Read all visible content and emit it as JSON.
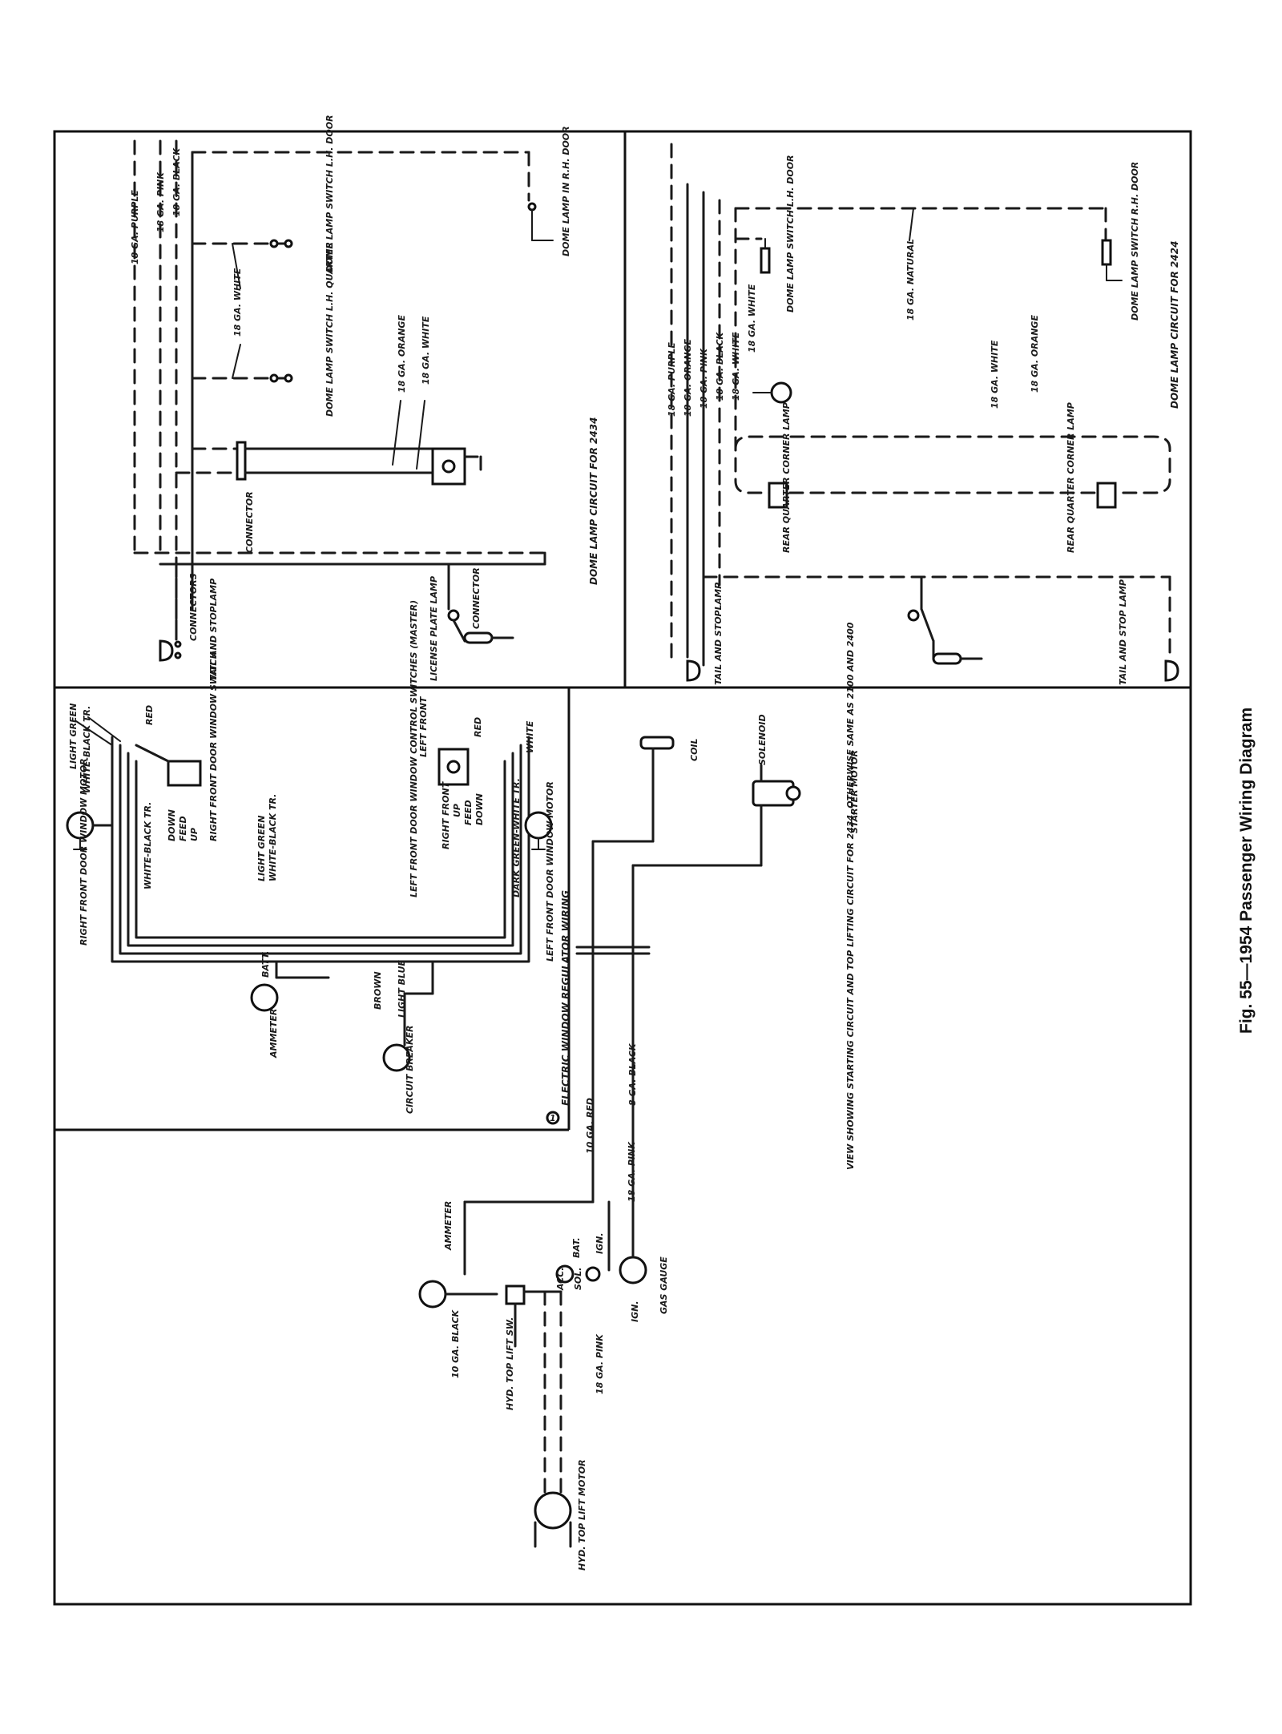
{
  "figure": {
    "caption": "Fig. 55—1954 Passenger Wiring Diagram"
  },
  "dome_lamp_2ddr": {
    "title": "DOME LAMP CIRCUIT FOR 2434",
    "wire_purple": "18 GA. PURPLE",
    "wire_pink": "18 GA. PINK",
    "wire_black": "18 GA. BLACK",
    "wire_white_a": "18 GA. WHITE",
    "wire_orange": "18 GA. ORANGE",
    "wire_white_b": "18 GA. WHITE",
    "switch_lh_door": "DOME LAMP SWITCH L.H. DOOR",
    "switch_lh_quarter": "DOME LAMP SWITCH L.H. QUARTER",
    "lamp_rh_door": "DOME LAMP IN R.H. DOOR",
    "connector_top": "CONNECTOR",
    "connector_bottom": "CONNECTORS",
    "tail_lamp": "TAIL AND STOPLAMP",
    "license_lamp": "LICENSE PLATE LAMP",
    "license_connector": "CONNECTOR"
  },
  "dome_lamp_4ddr": {
    "title": "DOME LAMP CIRCUIT FOR 2424",
    "wire_purple": "18 GA. PURPLE",
    "wire_orange": "18 GA. ORANGE",
    "wire_pink": "18 GA. PINK",
    "wire_black": "18 GA. BLACK",
    "wire_white_a": "18 GA. WHITE",
    "wire_white_b": "18 GA. WHITE",
    "wire_white_c": "18 GA. WHITE",
    "wire_orange_b": "18 GA. ORANGE",
    "wire_natural": "18 GA. NATURAL",
    "switch_lh_door": "DOME LAMP SWITCH L.H. DOOR",
    "switch_rh_door": "DOME LAMP SWITCH R.H. DOOR",
    "rear_quarter_lamp_left": "REAR QUARTER CORNER LAMP",
    "rear_quarter_lamp_right": "REAR QUARTER CORNER LAMP",
    "tail_lamp_left": "TAIL AND STOPLAMP",
    "tail_lamp_right": "TAIL AND STOP LAMP"
  },
  "window_regulator": {
    "title": "ELECTRIC WINDOW REGULATOR WIRING",
    "badge": "1",
    "rf_motor": "RIGHT FRONT DOOR WINDOW MOTOR",
    "lf_motor": "LEFT FRONT DOOR WINDOW MOTOR",
    "rf_switch": "RIGHT FRONT DOOR WINDOW SWITCH",
    "rf_switch_down": "DOWN",
    "rf_switch_feed": "FEED",
    "rf_switch_up": "UP",
    "master_switch": "LEFT FRONT DOOR WINDOW CONTROL SWITCHES (MASTER)",
    "master_rf": "RIGHT FRONT",
    "master_lf": "LEFT FRONT",
    "master_up": "UP",
    "master_feed": "FEED",
    "master_down": "DOWN",
    "wire_light_green": "LIGHT GREEN",
    "wire_white_black_tr": "WHITE-BLACK TR.",
    "wire_red": "RED",
    "wire_white": "WHITE",
    "wire_dark_green_white_tr": "DARK GREEN-WHITE TR.",
    "wire_white_black_tr_b": "WHITE-BLACK TR.",
    "wire_light_green_b": "LIGHT GREEN",
    "wire_white_black_tr_c": "WHITE-BLACK TR.",
    "wire_red_b": "RED",
    "ammeter": "AMMETER",
    "batt": "BATT.",
    "circuit_breaker": "CIRCUIT BREAKER",
    "wire_brown": "BROWN",
    "wire_light_blue": "LIGHT BLUE"
  },
  "starting_circuit": {
    "note": "VIEW SHOWING STARTING CIRCUIT AND TOP LIFTING CIRCUIT FOR 2434, OTHERWISE SAME AS 2100 AND 2400",
    "coil": "COIL",
    "solenoid": "SOLENOID",
    "starter_motor": "STARTER MOTOR",
    "wire_red": "10 GA. RED",
    "wire_black": "8 GA. BLACK",
    "wire_pink": "18 GA. PINK",
    "wire_pink_b": "18 GA. PINK",
    "wire_black_b": "10 GA. BLACK",
    "ammeter": "AMMETER",
    "gas_gauge": "GAS GAUGE",
    "ign": "IGN.",
    "ign_b": "IGN.",
    "bat": "BAT.",
    "acc": "ACC.",
    "sol": "SOL.",
    "top_lift_switch": "HYD. TOP LIFT SW.",
    "top_lift_motor": "HYD. TOP LIFT MOTOR"
  }
}
